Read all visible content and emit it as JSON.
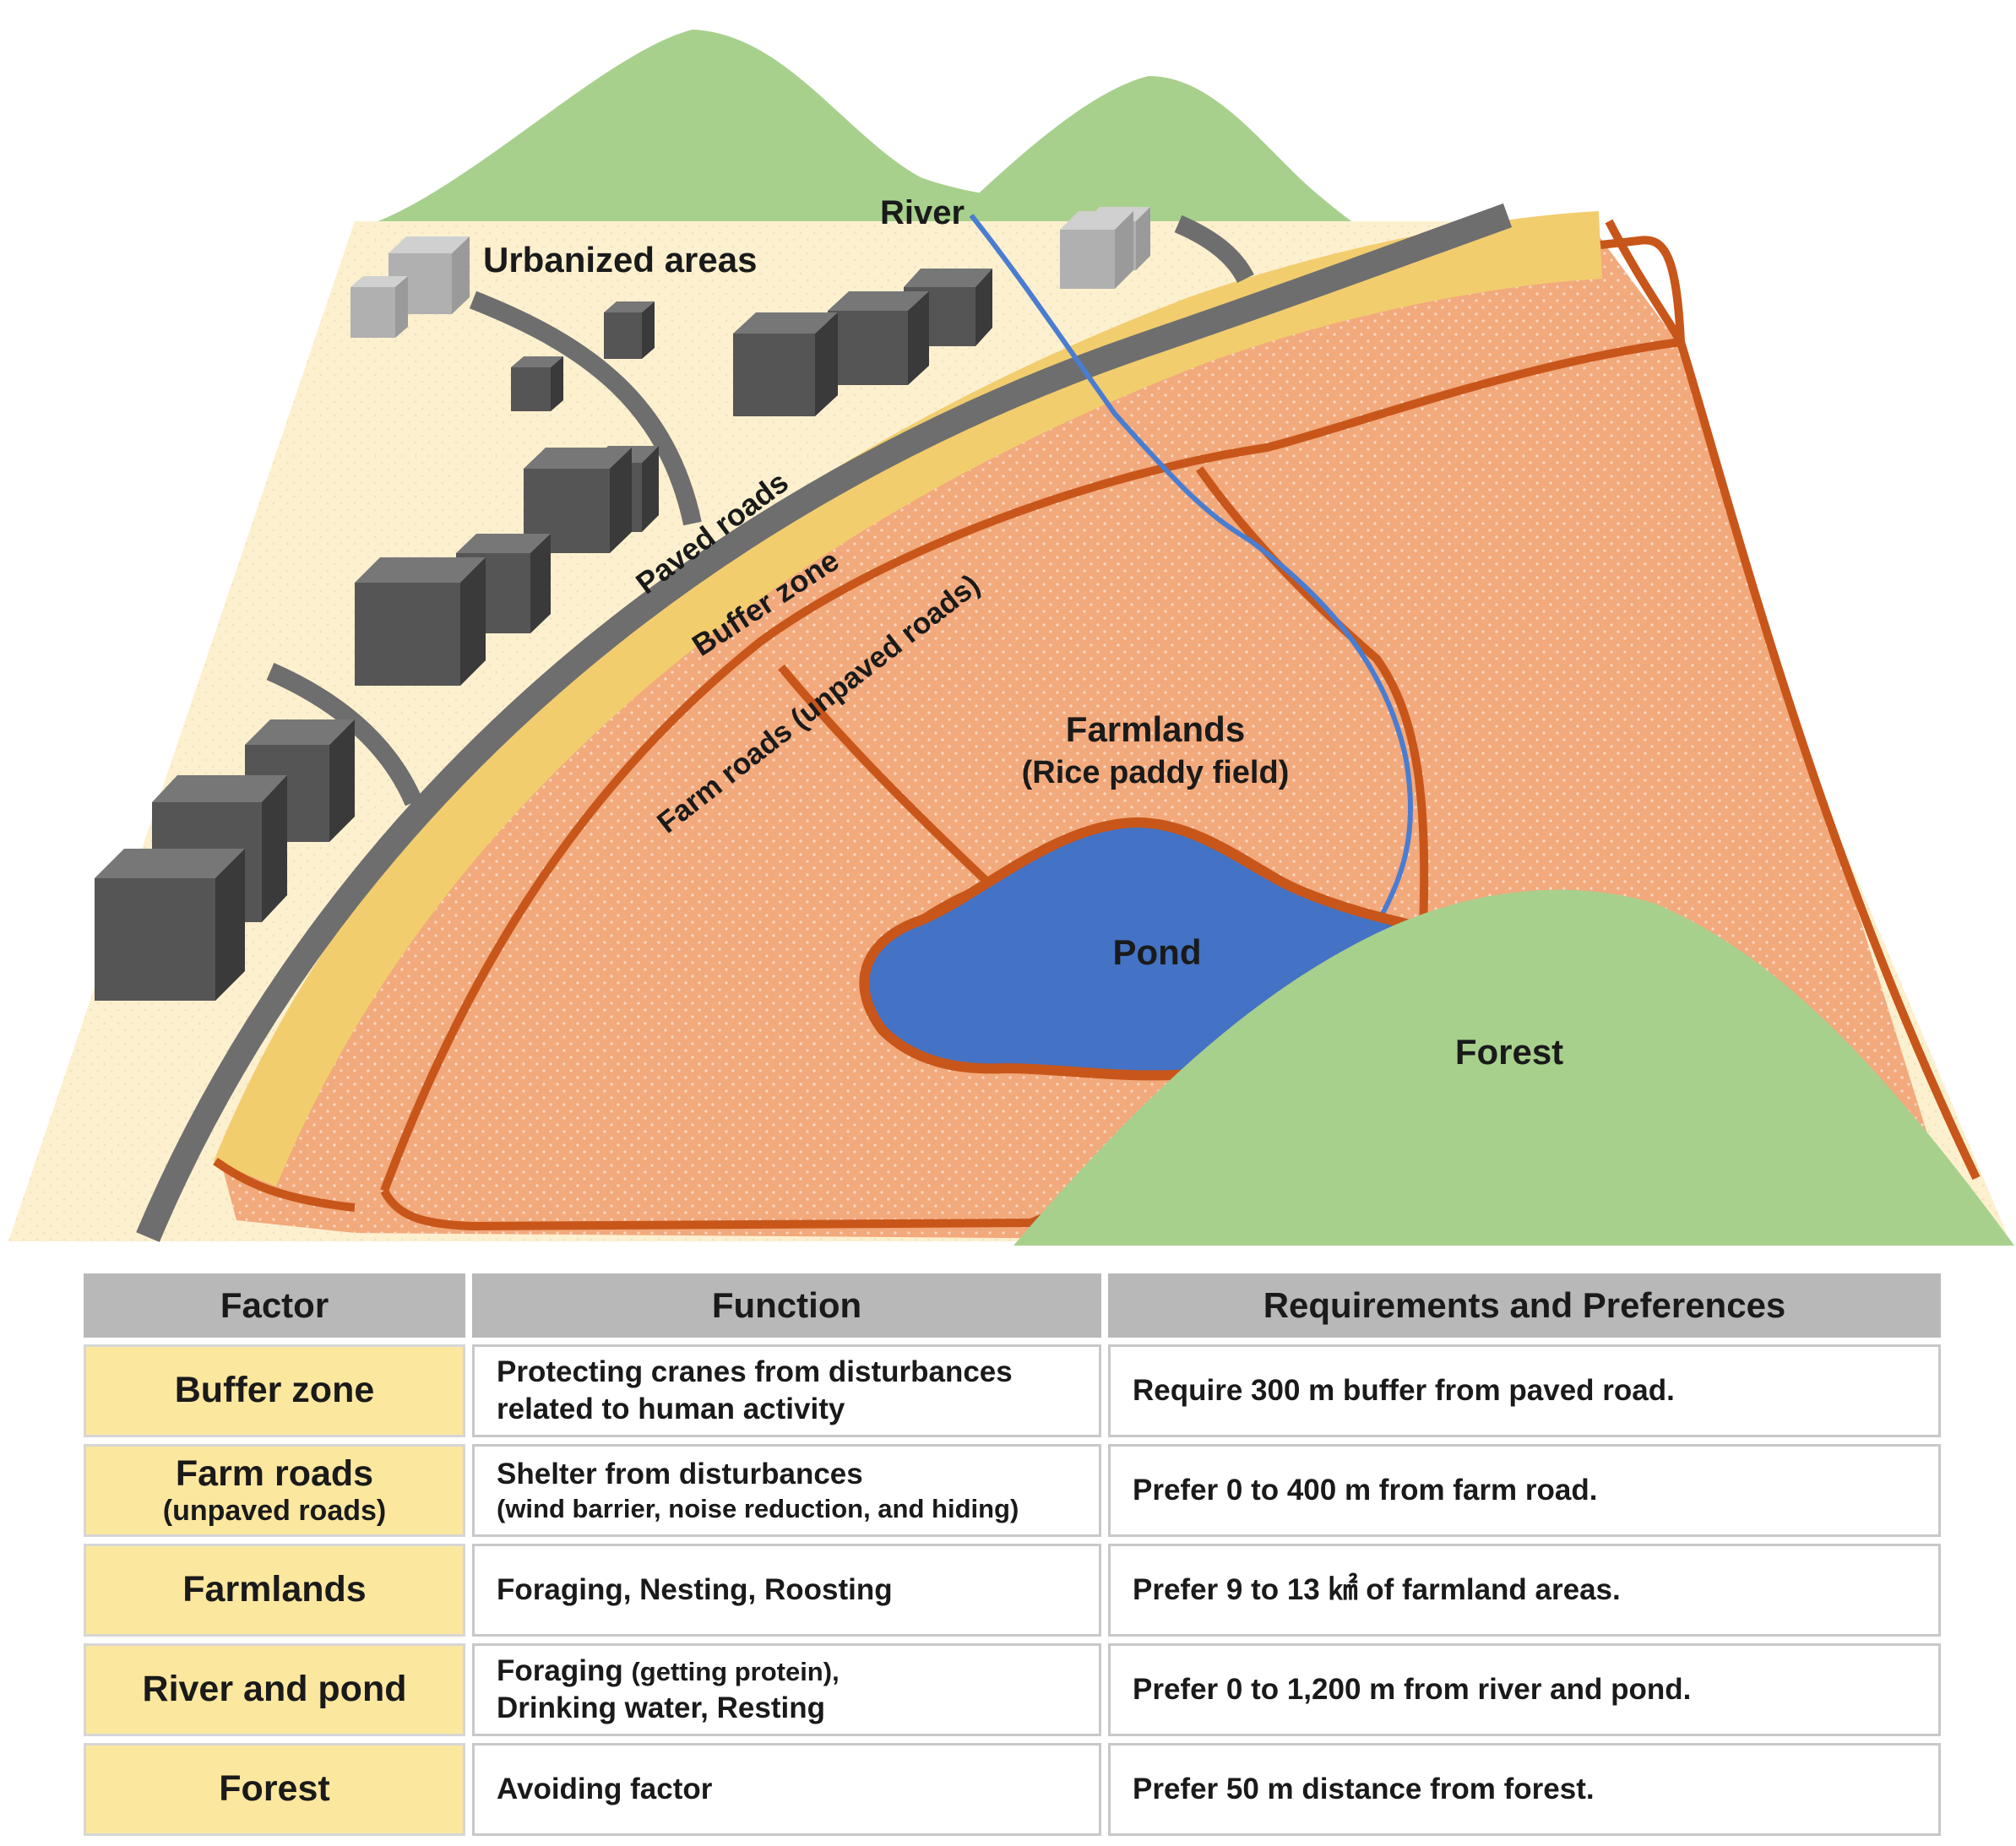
{
  "diagram": {
    "labels": {
      "river": "River",
      "urbanized": "Urbanized areas",
      "paved_roads": "Paved roads",
      "buffer_zone": "Buffer zone",
      "farm_roads": "Farm roads (unpaved roads)",
      "farmlands": "Farmlands",
      "farmlands_sub": "(Rice paddy field)",
      "pond": "Pond",
      "forest": "Forest"
    },
    "colors": {
      "ground": "#fdf0cf",
      "farmland": "#f2a97c",
      "buffer": "#f2cd6e",
      "paved_road": "#6e6e6e",
      "farm_road": "#c8561a",
      "river": "#4a7dd0",
      "pond": "#4472c4",
      "forest": "#a8d08d",
      "building": "#555555",
      "building_light": "#b0b0b0"
    }
  },
  "table": {
    "headers": [
      "Factor",
      "Function",
      "Requirements and Preferences"
    ],
    "rows": [
      {
        "factor": "Buffer zone",
        "factor_sub": "",
        "function_line1": "Protecting cranes from disturbances",
        "function_line2": "related to human activity",
        "requirement": "Require 300 m buffer from paved road."
      },
      {
        "factor": "Farm roads",
        "factor_sub": "(unpaved roads)",
        "function_line1": "Shelter from disturbances",
        "function_line2": "(wind barrier, noise reduction, and hiding)",
        "requirement": "Prefer 0 to 400 m from farm road."
      },
      {
        "factor": "Farmlands",
        "factor_sub": "",
        "function_line1": "Foraging, Nesting, Roosting",
        "function_line2": "",
        "requirement": "Prefer 9 to 13 ㎢ of farmland areas."
      },
      {
        "factor": "River and pond",
        "factor_sub": "",
        "function_line1": "Foraging",
        "function_line1_sub": "(getting protein),",
        "function_line2": "Drinking water, Resting",
        "requirement": "Prefer 0 to 1,200 m from river and pond."
      },
      {
        "factor": "Forest",
        "factor_sub": "",
        "function_line1": "Avoiding factor",
        "function_line2": "",
        "requirement": "Prefer 50 m distance from forest."
      }
    ]
  }
}
